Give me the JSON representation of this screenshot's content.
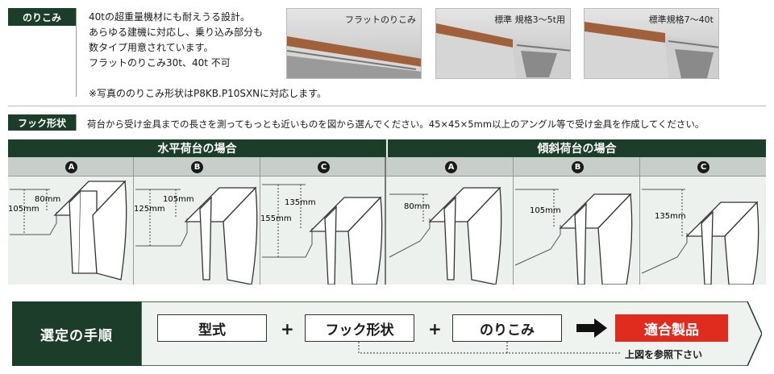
{
  "noriko": {
    "tag": "のりこみ",
    "lines": [
      "40tの超重量機材にも耐えうる設計。",
      "あらゆる建機に対応し、乗り込み部分も",
      "数タイプ用意されています。",
      "フラットのりこみ30t、40t 不可"
    ],
    "note": "※写真ののりこみ形状はP8KB.P10SXNに対応します。",
    "photos": [
      "フラットのりこみ",
      "標準 規格3～5t用",
      "標準規格7～40t"
    ]
  },
  "hook": {
    "tag": "フック形状",
    "desc": "荷台から受け金具までの長さを測ってもっとも近いものを図から選んでください。45×45×5mm以上のアングル等で受け金具を作成してください。"
  },
  "diagram": {
    "horizontal_title": "水平荷台の場合",
    "inclined_title": "傾斜荷台の場合",
    "letters": [
      "A",
      "B",
      "C",
      "A",
      "B",
      "C"
    ],
    "horizontal": [
      {
        "outer": "105mm",
        "inner": "80mm"
      },
      {
        "outer": "125mm",
        "inner": "105mm"
      },
      {
        "outer": "155mm",
        "inner": "135mm"
      }
    ],
    "inclined": [
      "80mm",
      "105mm",
      "135mm"
    ]
  },
  "flow": {
    "title": "選定の手順",
    "step1": "型式",
    "step2": "フック形状",
    "step3": "のりこみ",
    "plus": "+",
    "result": "適合製品",
    "ref": "上図を参照下さい"
  },
  "colors": {
    "dark_green": "#1b3d2a",
    "red": "#e02b1f",
    "panel": "#ecf1ee"
  }
}
